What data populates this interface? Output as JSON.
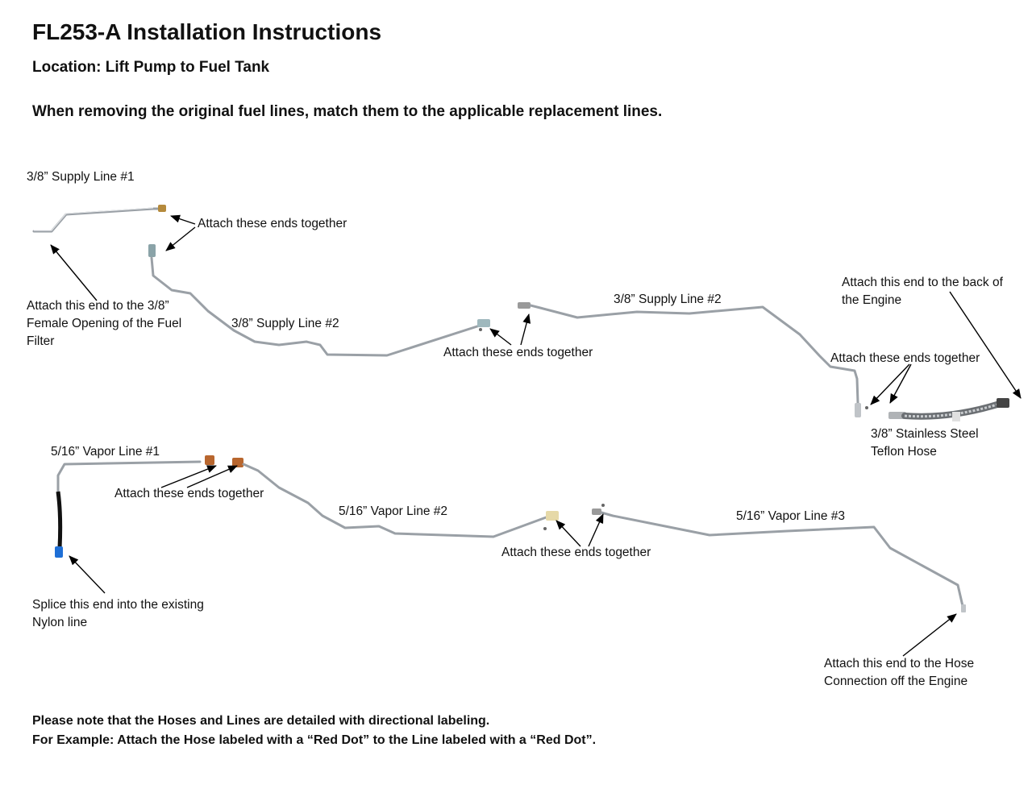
{
  "header": {
    "title": "FL253-A Installation Instructions",
    "location": "Location: Lift Pump to Fuel Tank",
    "instruction": "When removing the original fuel lines, match them to the applicable replacement lines."
  },
  "labels": {
    "supply1": "3/8” Supply Line #1",
    "supply2_left": "3/8” Supply Line #2",
    "supply2_right": "3/8” Supply Line #2",
    "attach_together": "Attach  these ends together",
    "attach_filter_line1": "Attach this end to the 3/8”",
    "attach_filter_line2": "Female Opening of the Fuel",
    "attach_filter_line3": "Filter",
    "attach_engine_line1": "Attach this end to the back of",
    "attach_engine_line2": "the Engine",
    "stainless_line1": "3/8” Stainless Steel",
    "stainless_line2": "Teflon Hose",
    "vapor1": "5/16” Vapor Line #1",
    "vapor2": "5/16” Vapor Line #2",
    "vapor3": "5/16” Vapor Line #3",
    "splice_line1": "Splice this end into the existing",
    "splice_line2": "Nylon line",
    "hose_conn_line1": "Attach this end to the Hose",
    "hose_conn_line2": "Connection off the Engine"
  },
  "notes": {
    "line1": "Please note that the Hoses and Lines are detailed with directional labeling.",
    "line2": "For Example: Attach the Hose labeled with a “Red Dot” to the Line labeled with a “Red Dot”."
  }
}
